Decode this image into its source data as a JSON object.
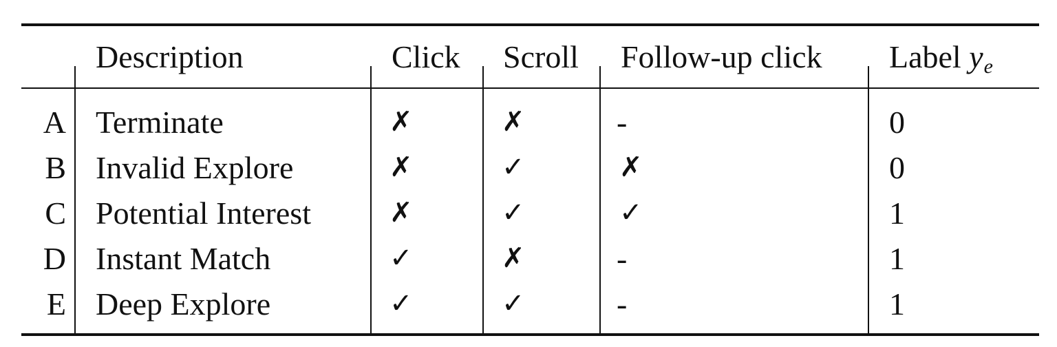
{
  "table": {
    "headers": {
      "description": "Description",
      "click": "Click",
      "scroll": "Scroll",
      "follow_up_click": "Follow-up click",
      "label_prefix": "Label",
      "label_var": "y",
      "label_sub": "e"
    },
    "rows": [
      {
        "id": "A",
        "description": "Terminate",
        "click": "✗",
        "scroll": "✗",
        "follow_up_click": "-",
        "label": "0"
      },
      {
        "id": "B",
        "description": "Invalid Explore",
        "click": "✗",
        "scroll": "✓",
        "follow_up_click": "✗",
        "label": "0"
      },
      {
        "id": "C",
        "description": "Potential Interest",
        "click": "✗",
        "scroll": "✓",
        "follow_up_click": "✓",
        "label": "1"
      },
      {
        "id": "D",
        "description": "Instant Match",
        "click": "✓",
        "scroll": "✗",
        "follow_up_click": "-",
        "label": "1"
      },
      {
        "id": "E",
        "description": "Deep Explore",
        "click": "✓",
        "scroll": "✓",
        "follow_up_click": "-",
        "label": "1"
      }
    ]
  }
}
